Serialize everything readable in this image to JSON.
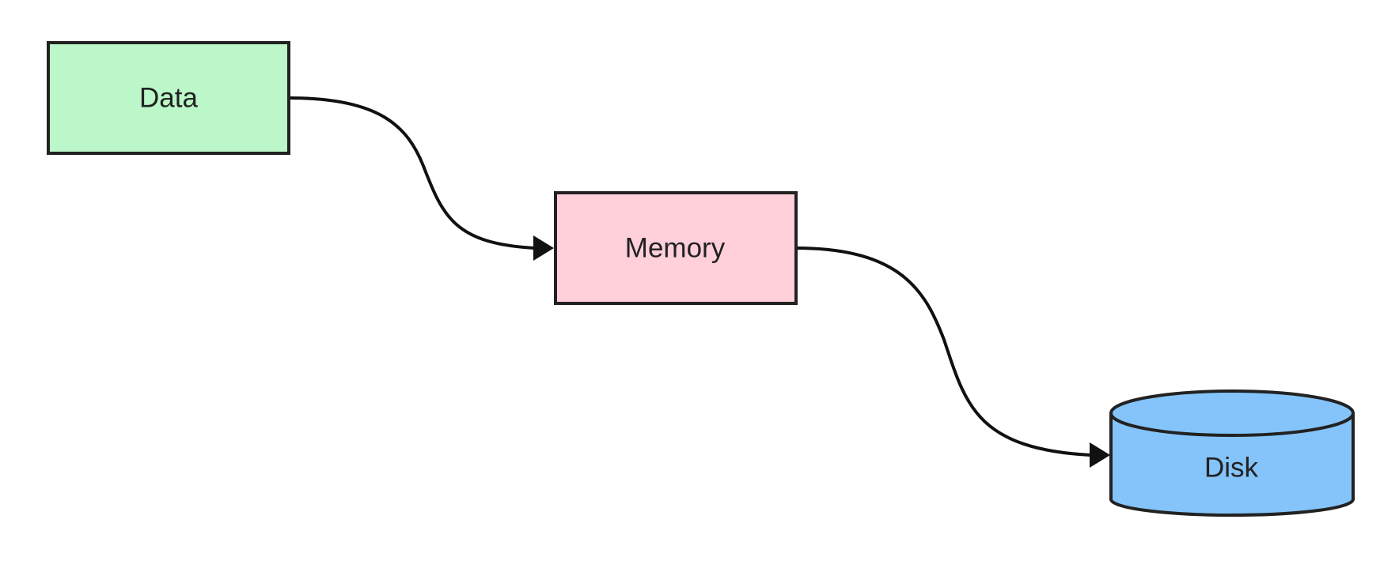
{
  "nodes": {
    "data": {
      "label": "Data",
      "fill": "#bbf7c8"
    },
    "memory": {
      "label": "Memory",
      "fill": "#ffd0d9"
    },
    "disk": {
      "label": "Disk",
      "fill": "#84c4fb"
    }
  },
  "edges": [
    {
      "from": "Data",
      "to": "Memory"
    },
    {
      "from": "Memory",
      "to": "Disk"
    }
  ],
  "colors": {
    "stroke": "#222222",
    "edge": "#111111",
    "background": "#ffffff"
  }
}
